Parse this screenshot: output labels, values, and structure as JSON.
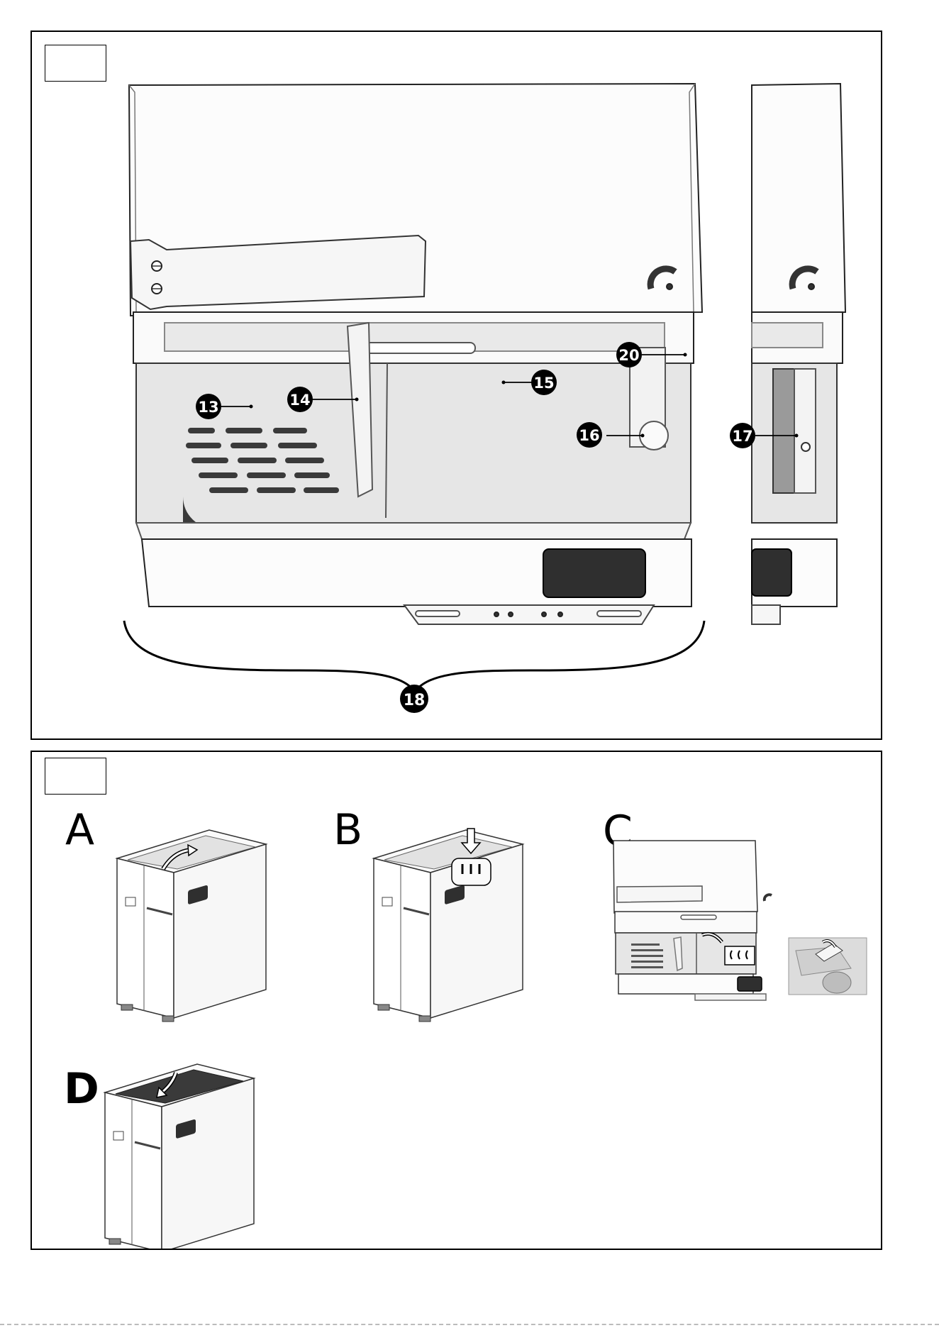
{
  "figure_top": {
    "fig_label": "",
    "callouts": [
      {
        "id": "c13",
        "label": "13"
      },
      {
        "id": "c14",
        "label": "14"
      },
      {
        "id": "c15",
        "label": "15"
      },
      {
        "id": "c16",
        "label": "16"
      },
      {
        "id": "c17",
        "label": "17"
      },
      {
        "id": "c18",
        "label": "18"
      },
      {
        "id": "c20",
        "label": "20"
      }
    ]
  },
  "figure_bottom": {
    "fig_label": "",
    "steps": [
      {
        "id": "A",
        "letter": "A"
      },
      {
        "id": "B",
        "letter": "B"
      },
      {
        "id": "C",
        "letter": "C"
      },
      {
        "id": "D",
        "letter": "D"
      }
    ]
  },
  "colors": {
    "line": "#000000",
    "panel": "#f2f2f2",
    "interior": "#e4e4e4",
    "dark": "#333333",
    "marker": "#000000"
  }
}
